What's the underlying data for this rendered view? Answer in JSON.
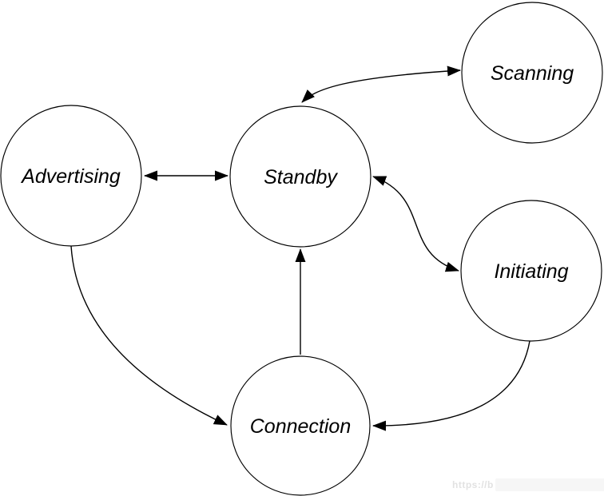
{
  "diagram": {
    "type": "state-diagram",
    "background_color": "#ffffff",
    "line_color": "#000000",
    "text_color": "#000000"
  },
  "states": [
    {
      "label": "Advertising"
    },
    {
      "label": "Standby"
    },
    {
      "label": "Scanning"
    },
    {
      "label": "Initiating"
    },
    {
      "label": "Connection"
    }
  ],
  "transitions": [
    {
      "from": "Advertising",
      "to": "Standby",
      "bidirectional": true,
      "shape": "straight-horizontal"
    },
    {
      "from": "Standby",
      "to": "Scanning",
      "bidirectional": true,
      "shape": "arc"
    },
    {
      "from": "Standby",
      "to": "Initiating",
      "bidirectional": true,
      "shape": "s-curve"
    },
    {
      "from": "Advertising",
      "to": "Connection",
      "bidirectional": false,
      "shape": "arc"
    },
    {
      "from": "Connection",
      "to": "Standby",
      "bidirectional": false,
      "shape": "straight-vertical"
    },
    {
      "from": "Initiating",
      "to": "Connection",
      "bidirectional": false,
      "shape": "arc"
    }
  ],
  "watermark": {
    "visible_text": "https://b",
    "color": "#e2e2e2"
  }
}
